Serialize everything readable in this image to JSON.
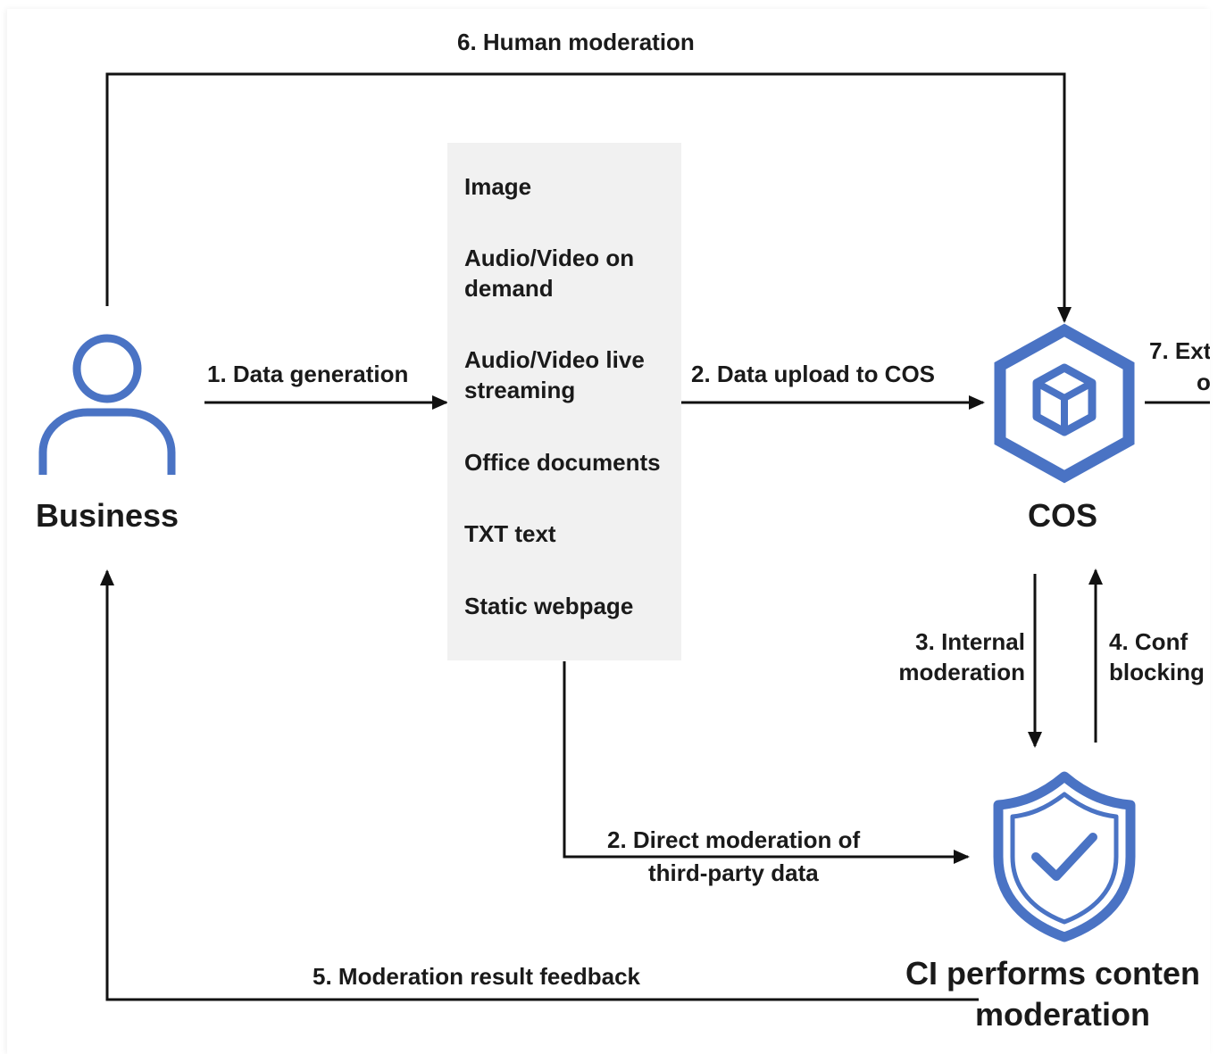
{
  "nodes": {
    "business": "Business",
    "cos": "COS",
    "ci": "CI performs conten",
    "ci_line2": "moderation"
  },
  "content_types": [
    "Image",
    "Audio/Video on\ndemand",
    "Audio/Video live\nstreaming",
    "Office documents",
    "TXT text",
    "Static webpage"
  ],
  "edges": {
    "human_moderation": "6. Human moderation",
    "data_generation": "1. Data generation",
    "data_upload": "2. Data upload to COS",
    "ext_line1": "7. Ext",
    "ext_line2": "o",
    "internal_moderation": "3. Internal\nmoderation",
    "conf_blocking": "4. Conf\nblocking",
    "direct_moderation_line1": "2. Direct moderation of",
    "direct_moderation_line2": "third-party data",
    "result_feedback": "5. Moderation result feedback"
  },
  "colors": {
    "icon": "#4a73c4",
    "line": "#111111",
    "panel": "#f1f1f1"
  }
}
